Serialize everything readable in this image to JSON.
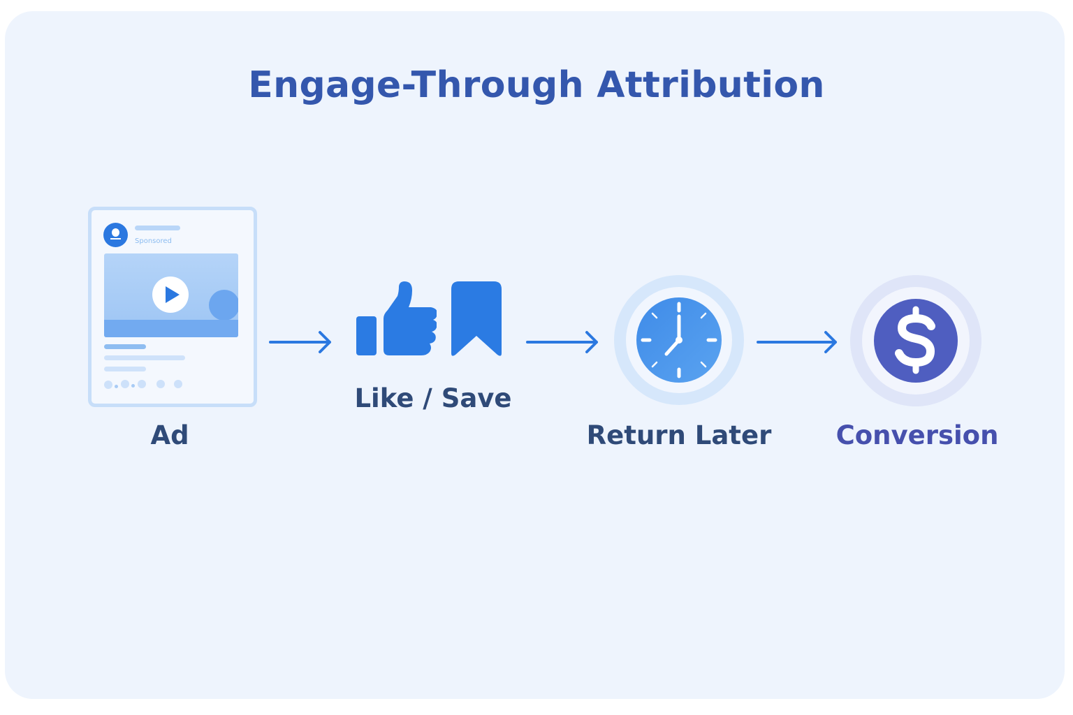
{
  "title": "Engage-Through Attribution",
  "steps": [
    {
      "id": "ad",
      "label": "Ad",
      "icon": "ad-card-icon"
    },
    {
      "id": "like-save",
      "label": "Like / Save",
      "icon": "thumbs-up-bookmark-icon"
    },
    {
      "id": "return-later",
      "label": "Return Later",
      "icon": "clock-icon"
    },
    {
      "id": "conversion",
      "label": "Conversion",
      "icon": "dollar-icon"
    }
  ],
  "ad_mock": {
    "sponsored_text": "Sponsored"
  },
  "colors": {
    "background": "#eef4fd",
    "title": "#3457ad",
    "label": "#2f4a78",
    "conversion": "#4650ad",
    "accent_blue": "#2b78e0",
    "clock_face": "#4a95ec",
    "dollar_circle": "#4f5ec0"
  }
}
